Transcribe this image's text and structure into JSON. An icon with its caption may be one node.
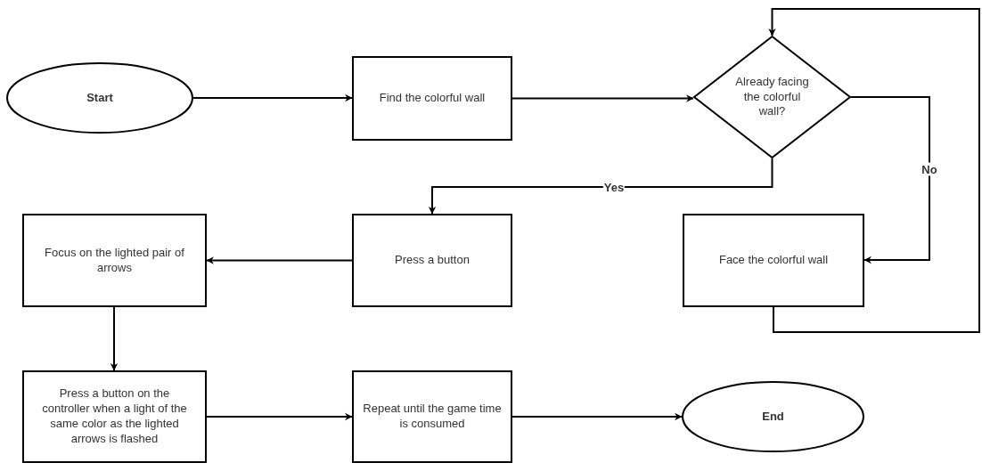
{
  "diagram": {
    "nodes": [
      {
        "text": [
          "Start"
        ]
      },
      {
        "text": [
          "Find the colorful wall"
        ]
      },
      {
        "text": [
          "Already facing the colorful wall?"
        ]
      },
      {
        "text": [
          "Face the colorful wall"
        ]
      },
      {
        "text": [
          "Press a button"
        ]
      },
      {
        "text": [
          "Focus on the lighted pair of arrows"
        ]
      },
      {
        "text": [
          "Press a button on the controller when a light of the same color as the lighted arrows is flashed"
        ]
      },
      {
        "text": [
          "Repeat until the game time is consumed"
        ]
      },
      {
        "text": [
          "End"
        ]
      }
    ],
    "edges": [
      {
        "from": 0,
        "to": 1,
        "arrow": "to"
      },
      {
        "from": 1,
        "to": 2,
        "arrow": "to"
      },
      {
        "from": 2,
        "to": 4,
        "arrow": "to",
        "label": "Yes"
      },
      {
        "from": 2,
        "to": 3,
        "arrow": "to",
        "label": "No"
      },
      {
        "from": 3,
        "to": 2,
        "arrow": "to"
      },
      {
        "from": 4,
        "to": 5,
        "arrow": "to"
      },
      {
        "from": 5,
        "to": 6,
        "arrow": "to"
      },
      {
        "from": 6,
        "to": 7,
        "arrow": "to"
      },
      {
        "from": 7,
        "to": 8,
        "arrow": "to"
      }
    ]
  }
}
